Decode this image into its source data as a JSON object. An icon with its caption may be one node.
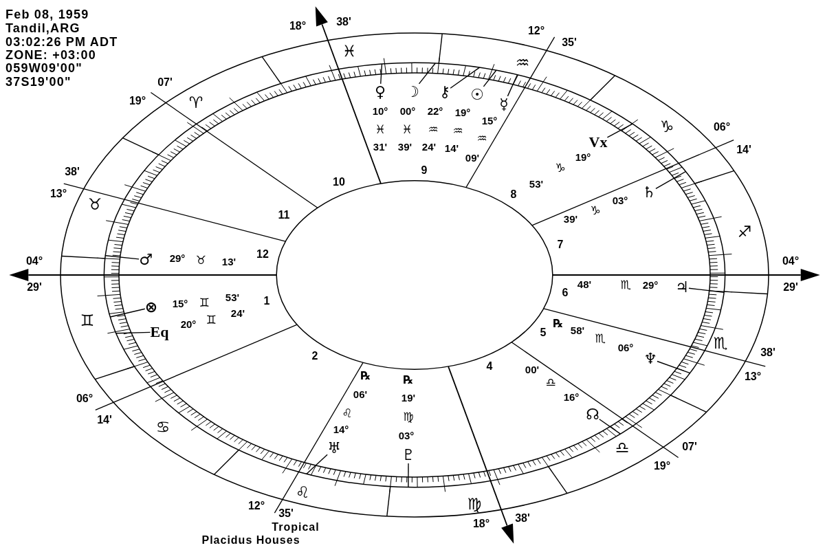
{
  "diagram": {
    "nodes": [
      {
        "text": [
          "♀"
        ],
        "beside": [
          "10°",
          "♓",
          "31'"
        ]
      },
      {
        "text": [
          "☽"
        ],
        "beside": [
          "00°",
          "♓",
          "39'"
        ]
      },
      {
        "text": [
          "⚷"
        ],
        "beside": [
          "22°",
          "♒",
          "24'"
        ]
      },
      {
        "text": [
          "☉"
        ],
        "beside": [
          "19°",
          "♒",
          "14'"
        ]
      },
      {
        "text": [
          "☿"
        ],
        "beside": [
          "15°",
          "♒",
          "09'"
        ]
      },
      {
        "text": [
          "Vx"
        ],
        "beside": [
          "19°",
          "♑",
          "53'"
        ]
      },
      {
        "text": [
          "♄"
        ],
        "beside": [
          "39'",
          "♑",
          "03°"
        ]
      },
      {
        "text": [
          "♂"
        ],
        "beside": [
          "29°",
          "♉",
          "13'"
        ]
      },
      {
        "text": [
          "♃"
        ],
        "beside": [
          "48'",
          "♏",
          "29°"
        ]
      },
      {
        "text": [
          "⊗"
        ],
        "beside": [
          "15°",
          "♊",
          "53'"
        ]
      },
      {
        "text": [
          "Eq"
        ],
        "beside": [
          "20°",
          "♊",
          "24'"
        ]
      },
      {
        "text": [
          "♆"
        ],
        "beside": [
          "℞",
          "58'",
          "♏",
          "06°"
        ]
      },
      {
        "text": [
          "☊"
        ],
        "beside": [
          "00'",
          "♎",
          "16°"
        ]
      },
      {
        "text": [
          "♇"
        ],
        "beside": [
          "℞",
          "19'",
          "♍",
          "03°"
        ]
      },
      {
        "text": [
          "♅"
        ],
        "beside": [
          "℞",
          "06'",
          "♌",
          "14°"
        ]
      }
    ],
    "edges": [
      {
        "from": 0,
        "to": null,
        "arrow": "none"
      },
      {
        "from": 1,
        "to": null,
        "arrow": "none"
      },
      {
        "from": 2,
        "to": null,
        "arrow": "none"
      },
      {
        "from": 3,
        "to": null,
        "arrow": "none"
      },
      {
        "from": 4,
        "to": null,
        "arrow": "none"
      },
      {
        "from": 5,
        "to": null,
        "arrow": "none"
      },
      {
        "from": 6,
        "to": null,
        "arrow": "none"
      },
      {
        "from": 7,
        "to": null,
        "arrow": "none"
      },
      {
        "from": 8,
        "to": null,
        "arrow": "none"
      },
      {
        "from": 9,
        "to": null,
        "arrow": "none"
      },
      {
        "from": 10,
        "to": null,
        "arrow": "none"
      },
      {
        "from": 11,
        "to": null,
        "arrow": "none"
      },
      {
        "from": 12,
        "to": null,
        "arrow": "none"
      },
      {
        "from": 13,
        "to": null,
        "arrow": "none"
      },
      {
        "from": 14,
        "to": null,
        "arrow": "none"
      }
    ],
    "labels": [
      "Feb 08, 1959",
      "Tandil,ARG",
      "03:02:26 PM ADT",
      "ZONE: +03:00",
      "059W09'00\"",
      "37S19'00\"",
      "18°",
      "38'",
      "12°",
      "35'",
      "♓",
      "♒",
      "07'",
      "19°",
      "♈",
      "♑",
      "06°",
      "14'",
      "38'",
      "9",
      "10",
      "13°",
      "8",
      "♉",
      "11",
      "♐",
      "7",
      "12",
      "04°",
      "04°",
      "29'",
      "29'",
      "6",
      "1",
      "♊",
      "5",
      "♏",
      "38'",
      "2",
      "4",
      "13°",
      "06°",
      "14'",
      "♋",
      "♎",
      "07'",
      "19°",
      "♌",
      "♍",
      "12°",
      "35'",
      "18°",
      "38'",
      "Tropical",
      "Placidus Houses"
    ]
  }
}
